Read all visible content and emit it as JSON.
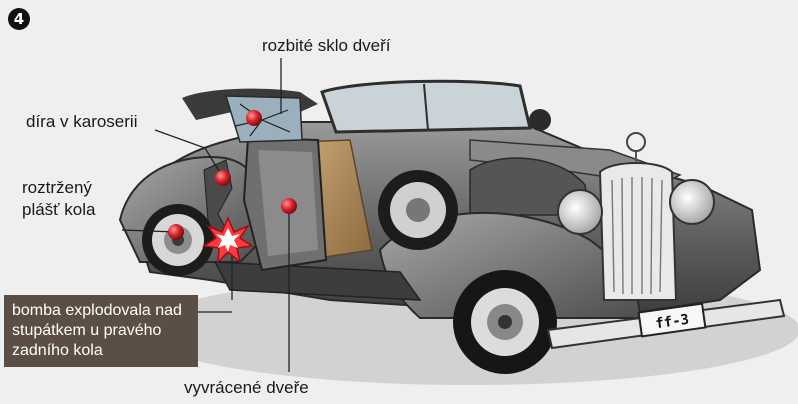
{
  "figure": {
    "step_number": "4"
  },
  "labels": {
    "broken_glass": "rozbité sklo dveří",
    "body_hole": "díra v karoserii",
    "torn_tire_line1": "roztržený",
    "torn_tire_line2": "plášť kola",
    "door_overturned": "vyvrácené dveře"
  },
  "callout": {
    "line1": "bomba explodovala nad",
    "line2": "stupátkem u pravého",
    "line3": "zadního kola"
  },
  "license_plate": "ff-3",
  "colors": {
    "background": "#efefef",
    "car_body": "#6b6b6b",
    "callout_box": "#5b4f45",
    "marker_red": "#d9222a",
    "interior_tan": "#b08a5b",
    "chrome": "#e6e6e6"
  },
  "icons": [
    "explosion-icon",
    "damage-marker-icon"
  ]
}
